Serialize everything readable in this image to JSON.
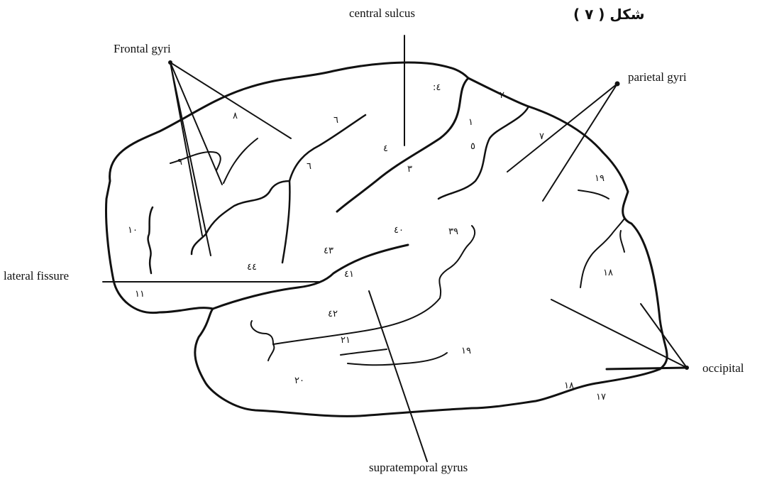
{
  "figure_caption": "شكل ( ٧ )",
  "labels": {
    "central_sulcus": "central sulcus",
    "frontal_gyri": "Frontal gyri",
    "parietal_gyri": "parietal gyri",
    "lateral_fissure": "lateral fissure",
    "occipital": "occipital",
    "supratemporal_gyrus": "supratemporal gyrus"
  },
  "area_numbers": {
    "a8": "٨",
    "a6_top": "٦",
    "a6_mid": "٦",
    "a4_top": ":٤",
    "a4_mid": "٤",
    "a2": "٢",
    "a1": "١",
    "a5": "٥",
    "a7": "٧",
    "a3": "٣",
    "a9": "٩",
    "a10": "١٠",
    "a11": "١١",
    "a44": "٤٤",
    "a43": "٤٣",
    "a40": "٤٠",
    "a39": "٣٩",
    "a41": "٤١",
    "a42": "٤٢",
    "a21": "٢١",
    "a19_temporal": "١٩",
    "a19_occipital": "١٩",
    "a18_occipital": "١٨",
    "a18_bottom": "١٨",
    "a17": "١٧",
    "a20": "٢٠"
  }
}
